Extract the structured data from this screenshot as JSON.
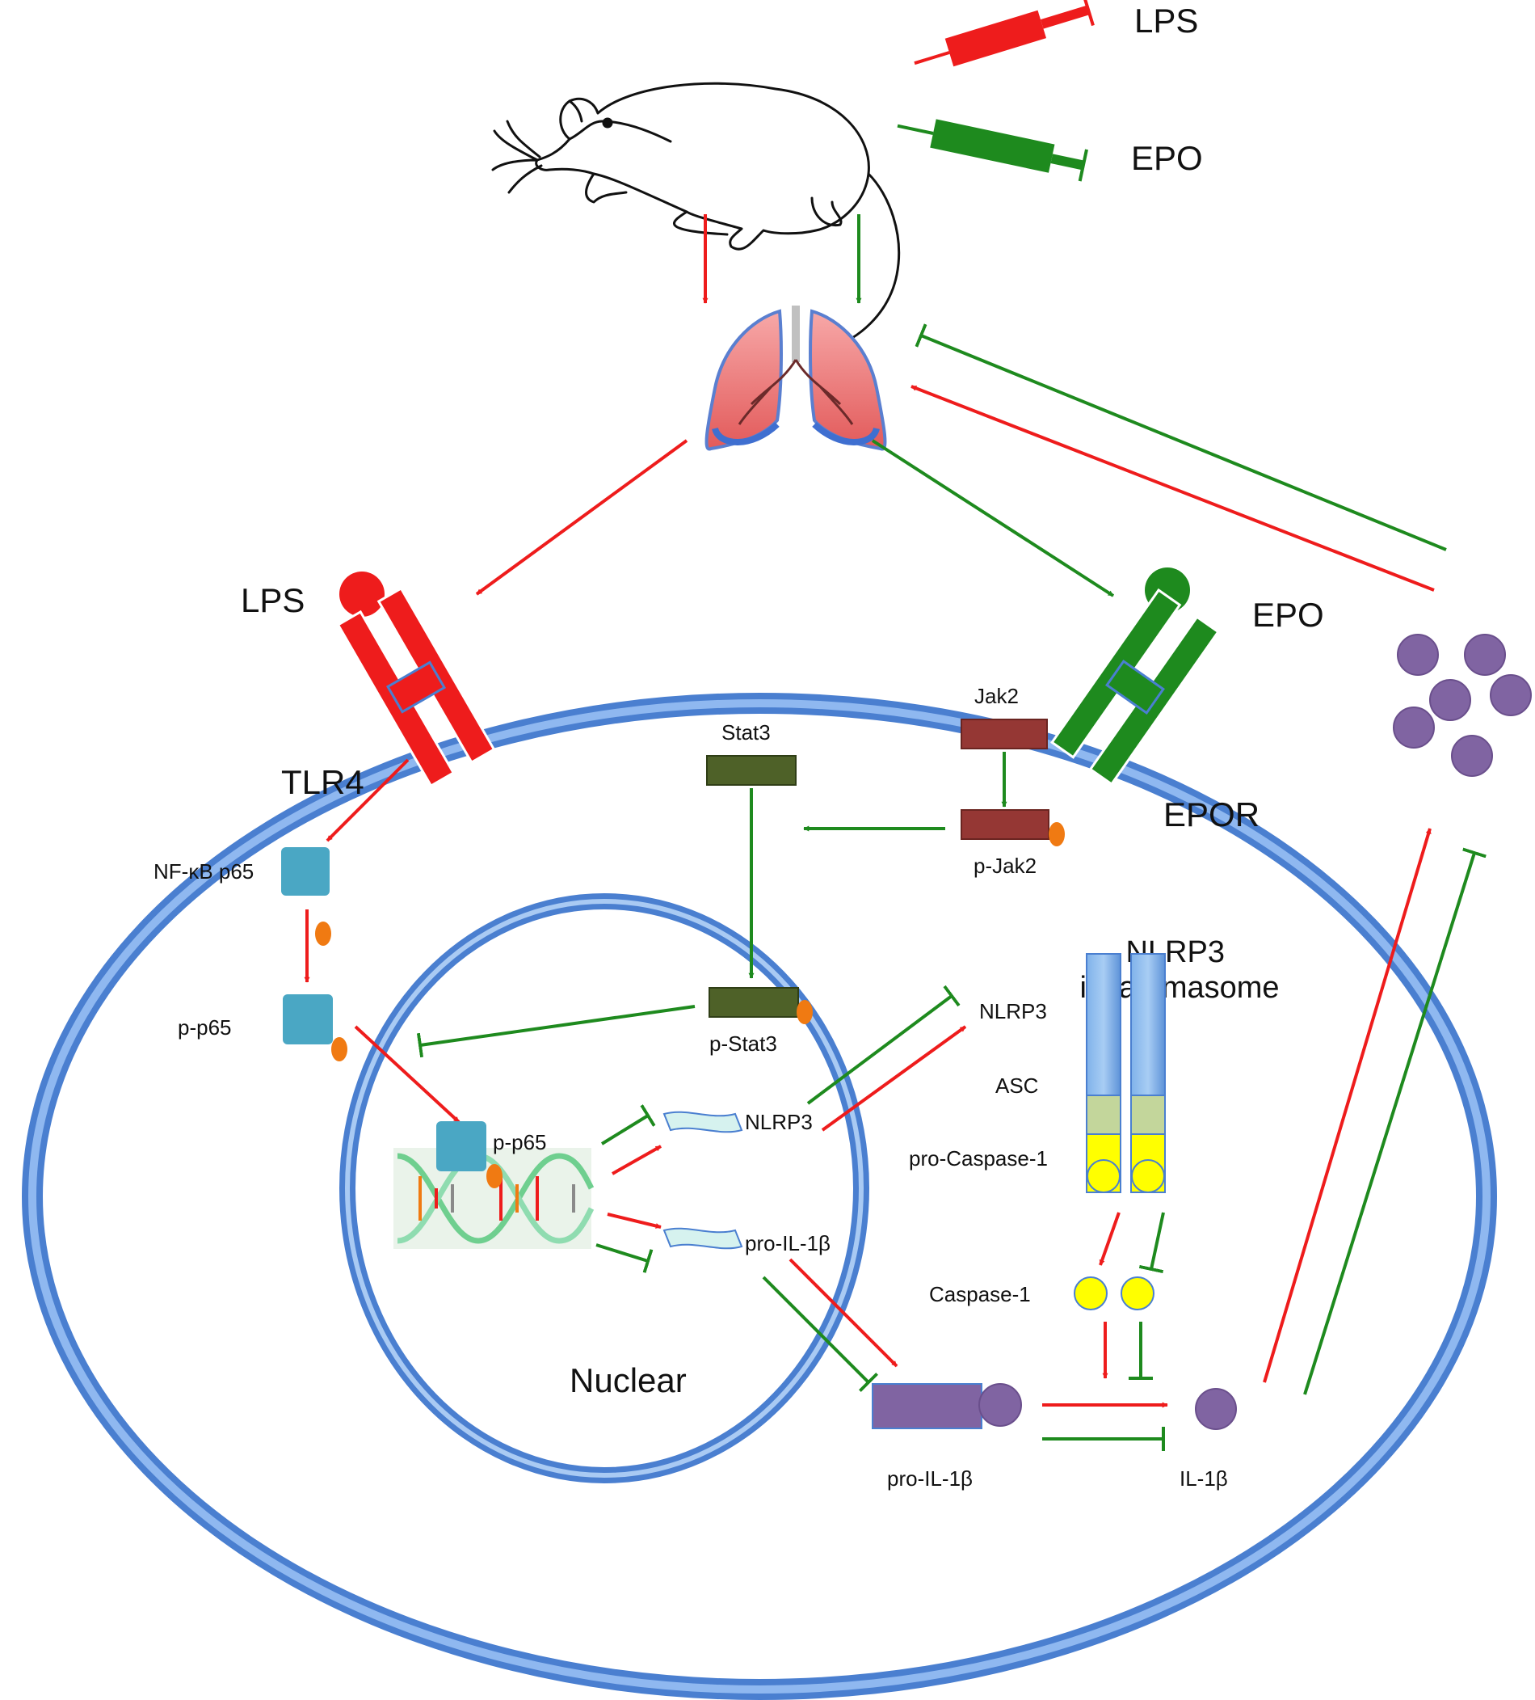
{
  "colors": {
    "lps_red": "#ee1c1c",
    "epo_green": "#1e8a1e",
    "membrane_blue": "#6f9fe3",
    "membrane_dark": "#4a7fd0",
    "nfkb_teal": "#4aa7c4",
    "phospho_orange": "#f07a12",
    "stat3_olive": "#4e6128",
    "jak2_maroon": "#953734",
    "il1b_purple": "#8064a2",
    "caspase_yellow": "#ffff00",
    "asc_green": "#c3d69b"
  },
  "labels": {
    "lps_syringe": "LPS",
    "epo_syringe": "EPO",
    "lps_receptor": "LPS",
    "epo_receptor": "EPO",
    "tlr4": "TLR4",
    "epor": "EPOR",
    "nfkb_p65": "NF-κB p65",
    "p_p65_cyto": "p-p65",
    "p_p65_nuclear": "p-p65",
    "stat3": "Stat3",
    "p_stat3": "p-Stat3",
    "jak2": "Jak2",
    "p_jak2": "p-Jak2",
    "nlrp3_mrna": "NLRP3",
    "pro_il1b_mrna": "pro-IL-1β",
    "nlrp3_protein": "NLRP3",
    "asc": "ASC",
    "pro_caspase1": "pro-Caspase-1",
    "nlrp3_inflammasome": "NLRP3\ninflammasome",
    "caspase1": "Caspase-1",
    "pro_il1b_protein": "pro-IL-1β",
    "il1b": "IL-1β",
    "nuclear": "Nuclear"
  },
  "icons": [
    "mouse-icon",
    "lung-icon",
    "syringe-icon",
    "dna-icon"
  ]
}
